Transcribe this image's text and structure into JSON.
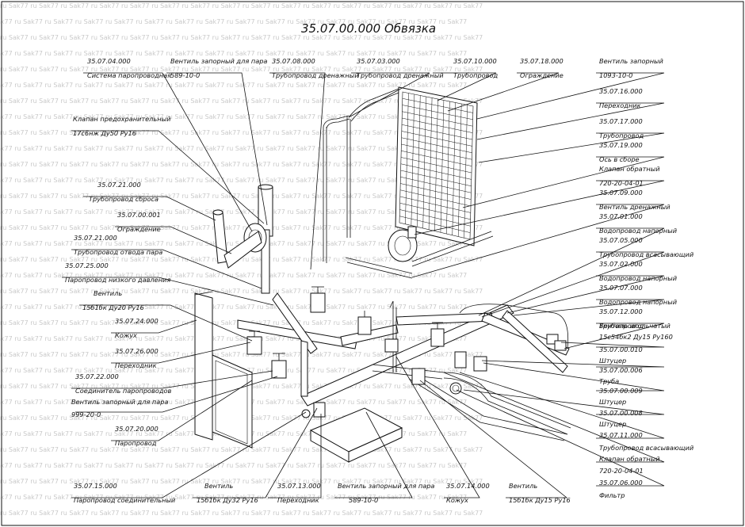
{
  "watermark": "ru Sak77 ru Sak77 ru Sak77 ru Sak77 ru Sak77 ru Sak77 ru Sak77 ru Sak77 ru Sak77 ru Sak77 ru Sak77 ru Sak77 ru Sak77 ru Sak77 ru Sak77 ru Sak77",
  "title": "35.07.00.000 Обвязка",
  "labels": [
    {
      "id": "l1",
      "code": "35.07.04.000",
      "name": "Система паропроводная"
    },
    {
      "id": "l2",
      "code": "Вентиль запорный для пара",
      "name": "589-10-0"
    },
    {
      "id": "l3",
      "code": "35.07.08.000",
      "name": "Трубопровод дренажный"
    },
    {
      "id": "l4",
      "code": "35.07.03.000",
      "name": "Трубопровод дренажный"
    },
    {
      "id": "l5",
      "code": "35.07.10.000",
      "name": "Трубопровод"
    },
    {
      "id": "l6",
      "code": "35.07.18.000",
      "name": "Ограждение"
    },
    {
      "id": "l7",
      "code": "Вентиль запорный",
      "name": "1093-10-0"
    },
    {
      "id": "l8",
      "code": "35.07.16.000",
      "name": "Переходник"
    },
    {
      "id": "l9",
      "code": "Клапан предохранительный",
      "name": "17с6нж Ду50 Ру16"
    },
    {
      "id": "l10",
      "code": "35.07.17.000",
      "name": "Трубопровод"
    },
    {
      "id": "l11",
      "code": "35.07.19.000",
      "name": "Ось в сборе"
    },
    {
      "id": "l12",
      "code": "Клапан обратный",
      "name": "720-20-04-01"
    },
    {
      "id": "l13",
      "code": "35.07.21.000",
      "name": "Трубопровод сброса"
    },
    {
      "id": "l14",
      "code": "35.07.09.000",
      "name": "Вентиль дренажный"
    },
    {
      "id": "l15",
      "code": "35.07.00.001",
      "name": "Ограждение"
    },
    {
      "id": "l16",
      "code": "35.07.01.000",
      "name": "Водопровод напорный"
    },
    {
      "id": "l17",
      "code": "35.07.21.000",
      "name": "Трубопровод отвода пара"
    },
    {
      "id": "l18",
      "code": "35.07.05.000",
      "name": "Трубопровод всасывающий"
    },
    {
      "id": "l19",
      "code": "35.07.25.000",
      "name": "Паропровод низкого давления"
    },
    {
      "id": "l20",
      "code": "35.07.02.000",
      "name": "Водопровод напорный"
    },
    {
      "id": "l21",
      "code": "Вентиль",
      "name": "15б1бк Ду20 Ру16"
    },
    {
      "id": "l22",
      "code": "35.07.07.000",
      "name": "Водопровод напорный"
    },
    {
      "id": "l23",
      "code": "35.07.12.000",
      "name": "Трубопровод"
    },
    {
      "id": "l24",
      "code": "35.07.24.000",
      "name": "Кожух"
    },
    {
      "id": "l25",
      "code": "Вентиль игольчатый",
      "name": "15с54бк2 Ду15 Ру160"
    },
    {
      "id": "l26",
      "code": "35.07.00.010",
      "name": "Штуцер"
    },
    {
      "id": "l27",
      "code": "35.07.26.000",
      "name": "Переходник"
    },
    {
      "id": "l28",
      "code": "35.07.00.006",
      "name": "Труба"
    },
    {
      "id": "l29",
      "code": "35.07.22.000",
      "name": "Соединитель паропроводов"
    },
    {
      "id": "l30",
      "code": "35.07.00.009",
      "name": "Штуцер"
    },
    {
      "id": "l31",
      "code": "Вентиль запорный для пара",
      "name": "999-20-0"
    },
    {
      "id": "l32",
      "code": "35.07.00.008",
      "name": "Штуцер"
    },
    {
      "id": "l33",
      "code": "35.07.20.000",
      "name": "Паропровод"
    },
    {
      "id": "l34",
      "code": "35.07.11.000",
      "name": "Трубопровод всасывающий"
    },
    {
      "id": "l35",
      "code": "Клапан обратный",
      "name": "720-20-04-01"
    },
    {
      "id": "l36",
      "code": "35.07.15.000",
      "name": "Паропровод соединительный"
    },
    {
      "id": "l37",
      "code": "Вентиль",
      "name": "15б1бк Ду32 Ру16"
    },
    {
      "id": "l38",
      "code": "35.07.13.000",
      "name": "Переходник"
    },
    {
      "id": "l39",
      "code": "Вентиль запорный для пара",
      "name": "589-10-0"
    },
    {
      "id": "l40",
      "code": "35.07.14.000",
      "name": "Кожух"
    },
    {
      "id": "l41",
      "code": "Вентиль",
      "name": "15б1бк Ду15 Ру16"
    },
    {
      "id": "l42",
      "code": "35.07.06.000",
      "name": "Фильтр"
    }
  ]
}
